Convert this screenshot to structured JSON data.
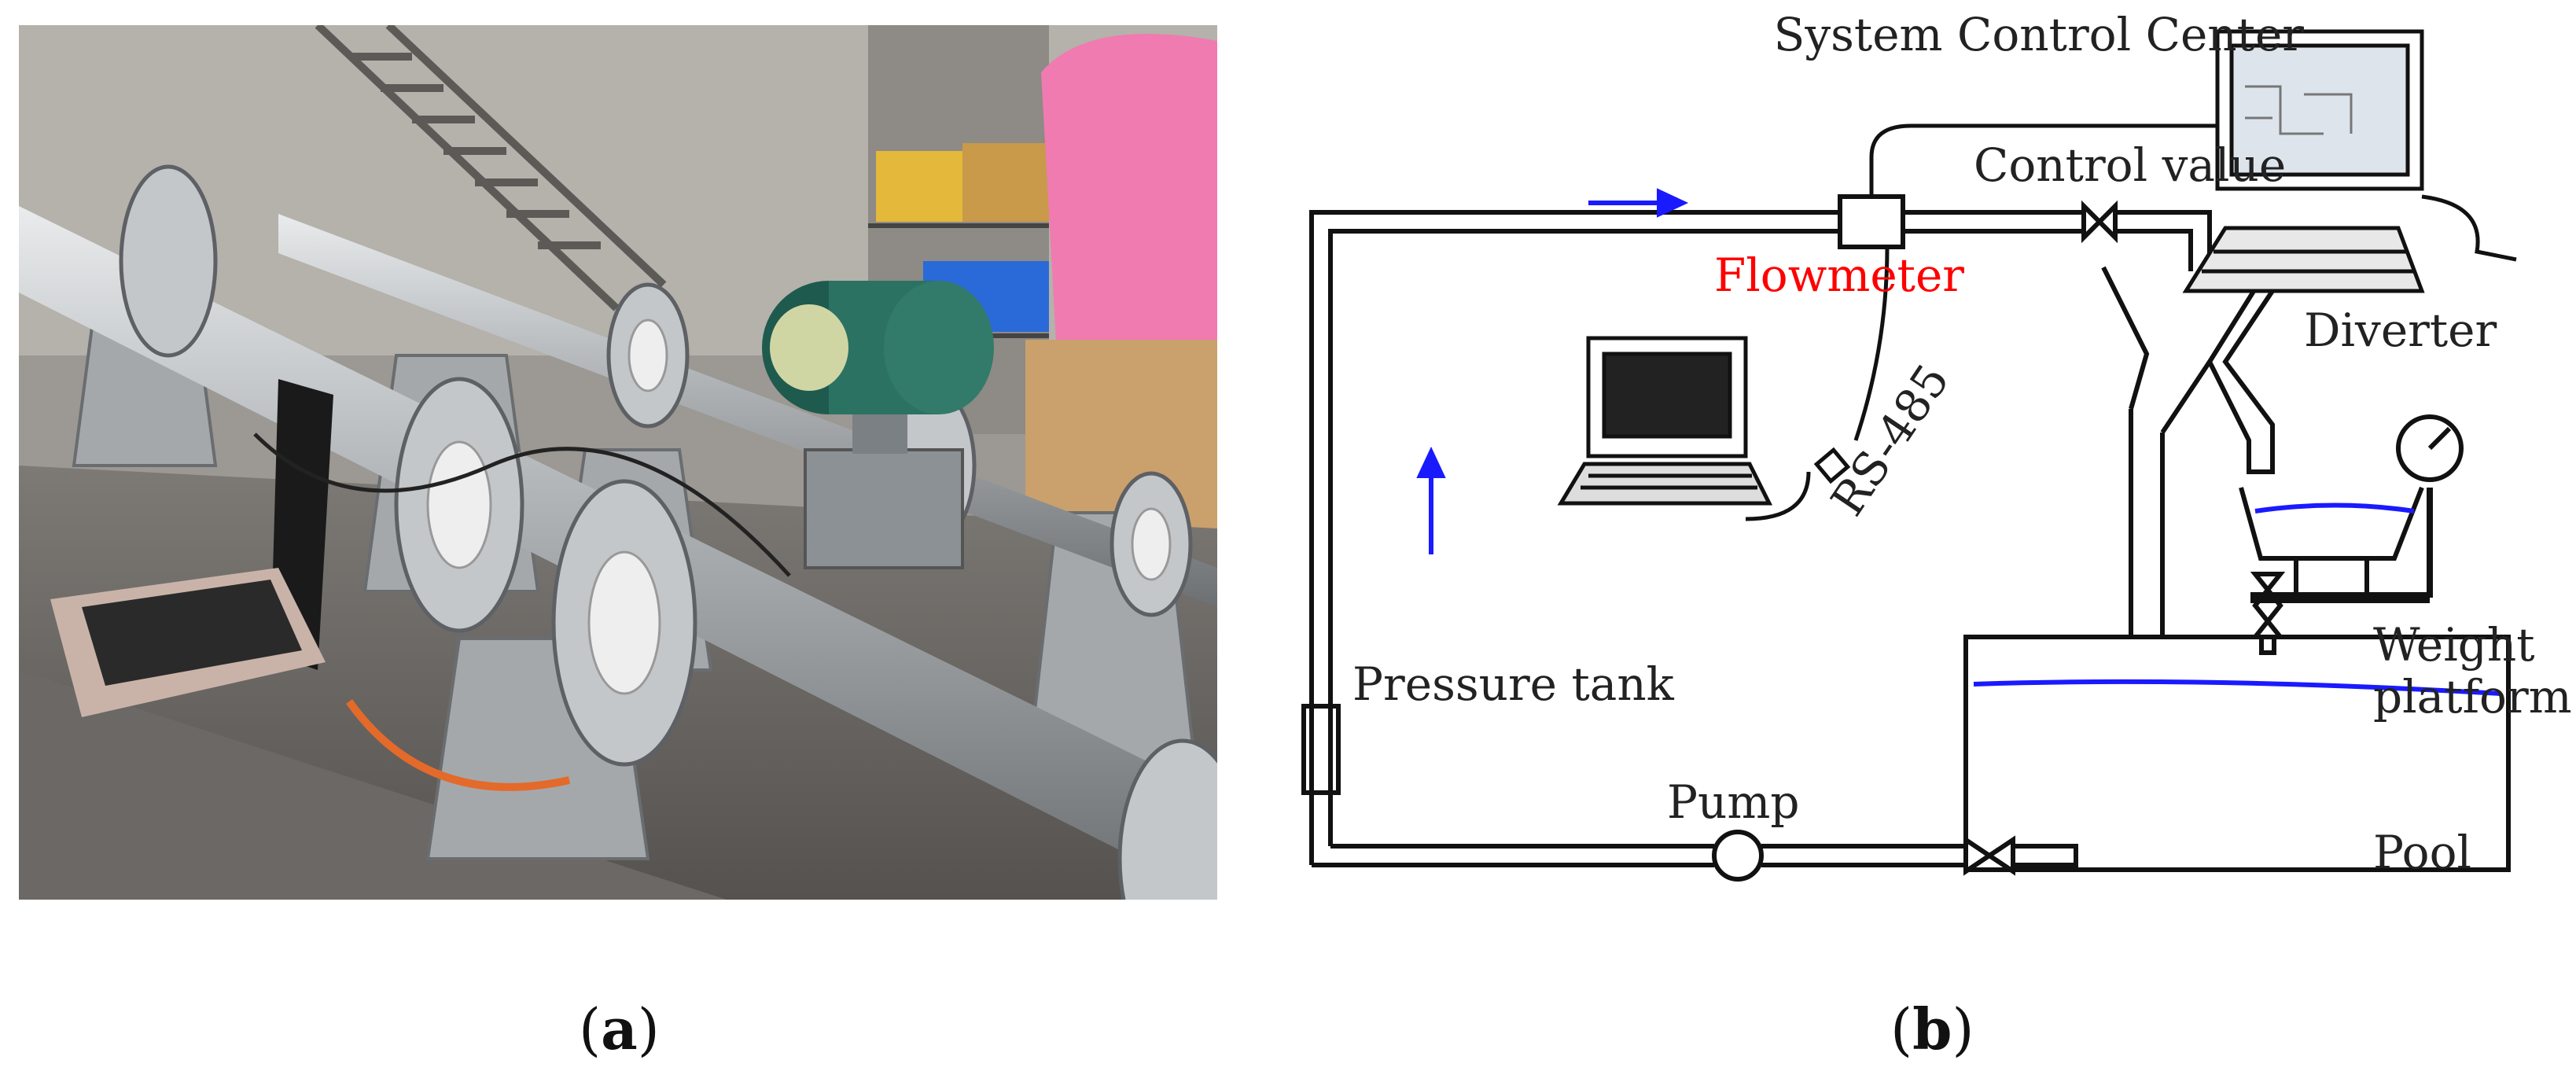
{
  "captions": {
    "a": {
      "open": "(",
      "letter": "a",
      "close": ")"
    },
    "b": {
      "open": "(",
      "letter": "b",
      "close": ")"
    }
  },
  "diagram": {
    "labels": {
      "system_control_center": "System Control Center",
      "control_value": "Control value",
      "flowmeter": "Flowmeter",
      "diverter": "Diverter",
      "rs485": "RS-485",
      "pressure_tank": "Pressure tank",
      "weight": "Weight",
      "platform": "platform",
      "pump": "Pump",
      "pool": "Pool"
    },
    "colors": {
      "pipe": "#111111",
      "flow_arrow": "#1a1aff",
      "water_line": "#1a1aff",
      "flowmeter_label": "#ff0000"
    },
    "icons": [
      "flow-direction-arrow-icon",
      "valve-icon",
      "pump-icon",
      "pressure-gauge-icon",
      "laptop-icon",
      "desktop-computer-icon",
      "rs485-connector-icon"
    ]
  },
  "photo": {
    "description_icons": [
      "laptop-icon",
      "flowmeter-transmitter-icon",
      "pipe-flange-icon"
    ]
  }
}
